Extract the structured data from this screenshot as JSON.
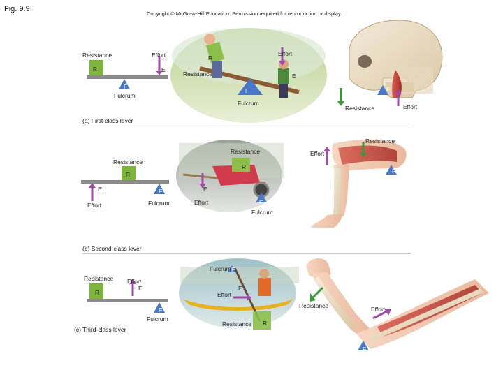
{
  "header": {
    "figure_label": "Fig. 9.9",
    "copyright": "Copyright © McGraw-Hill Education. Permission required for reproduction or display."
  },
  "colors": {
    "resistance_green": "#7db43a",
    "effort_purple": "#a04aa8",
    "fulcrum_blue": "#4a78c8",
    "beam_gray": "#8a8a8a",
    "resist_arrow_green": "#3a9a3a"
  },
  "panel_a": {
    "caption": "(a) First-class lever",
    "diagram": {
      "resistance": "Resistance",
      "effort": "Effort",
      "r": "R",
      "e": "E",
      "f": "F",
      "fulcrum": "Fulcrum"
    },
    "seesaw": {
      "r": "R",
      "effort": "Effort",
      "resistance": "Resistance",
      "e": "E",
      "f": "F",
      "fulcrum": "Fulcrum"
    },
    "skull": {
      "f": "F",
      "resistance": "Resistance",
      "effort": "Effort"
    }
  },
  "panel_b": {
    "caption": "(b) Second-class lever",
    "diagram": {
      "resistance": "Resistance",
      "r": "R",
      "e": "E",
      "f": "F",
      "effort": "Effort",
      "fulcrum": "Fulcrum"
    },
    "wheelbarrow": {
      "resistance": "Resistance",
      "r": "R",
      "e": "E",
      "effort": "Effort",
      "f": "F",
      "fulcrum": "Fulcrum"
    },
    "leg": {
      "resistance": "Resistance",
      "effort": "Effort",
      "f": "F"
    }
  },
  "panel_c": {
    "caption": "(c) Third-class lever",
    "diagram": {
      "resistance": "Resistance",
      "effort": "Effort",
      "e": "E",
      "r": "R",
      "f": "F",
      "fulcrum": "Fulcrum"
    },
    "canoe": {
      "fulcrum": "Fulcrum",
      "f": "F",
      "e": "E",
      "effort": "Effort",
      "resistance": "Resistance",
      "r": "R"
    },
    "arm": {
      "resistance": "Resistance",
      "effort": "Effort",
      "f": "F"
    }
  }
}
